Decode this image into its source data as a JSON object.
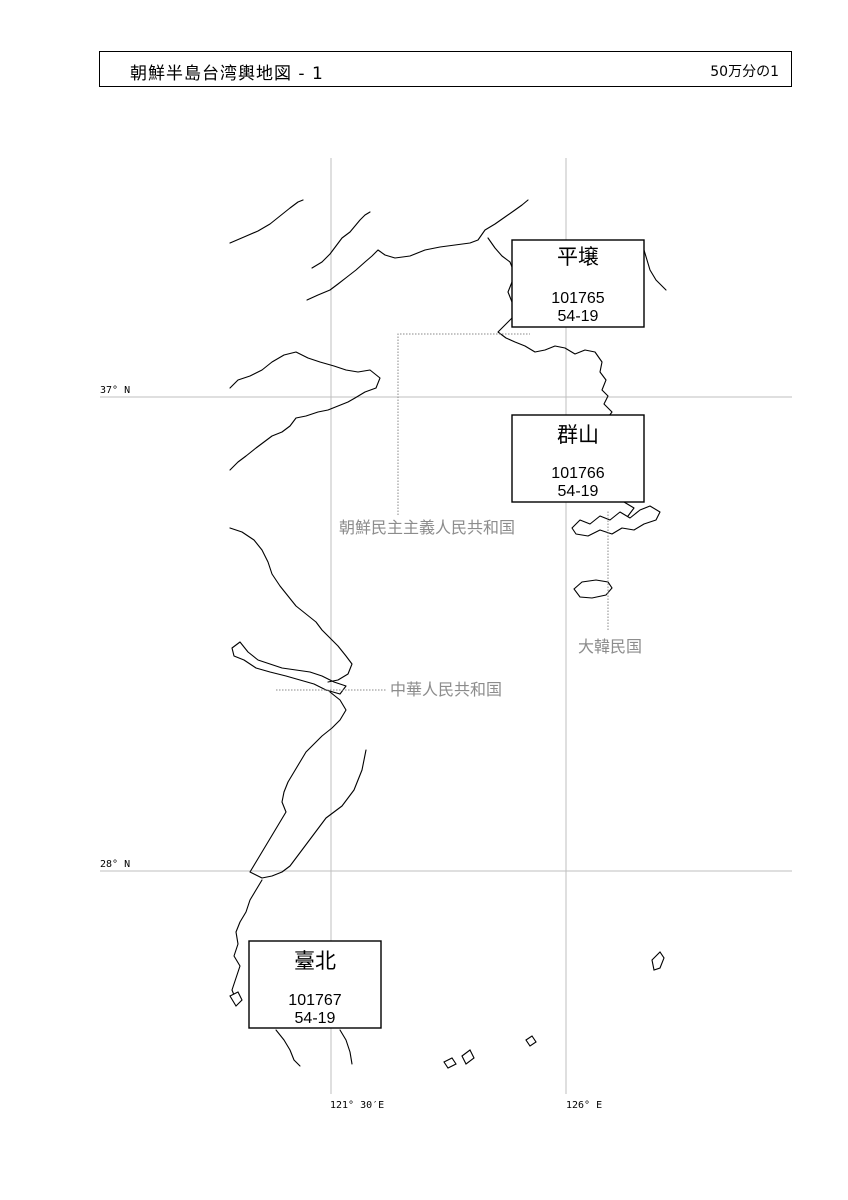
{
  "header": {
    "title": "朝鮮半島台湾輿地図 - 1",
    "scale": "50万分の1"
  },
  "grid": {
    "lat_37": "37° N",
    "lat_28": "28° N",
    "lon_121_30": "121° 30′E",
    "lon_126": "126° E"
  },
  "countries": {
    "dprk": "朝鮮民主主義人民共和国",
    "rok": "大韓民国",
    "prc": "中華人民共和国"
  },
  "sheets": [
    {
      "name": "平壌",
      "code": "101765",
      "series": "54-19"
    },
    {
      "name": "群山",
      "code": "101766",
      "series": "54-19"
    },
    {
      "name": "臺北",
      "code": "101767",
      "series": "54-19"
    }
  ]
}
